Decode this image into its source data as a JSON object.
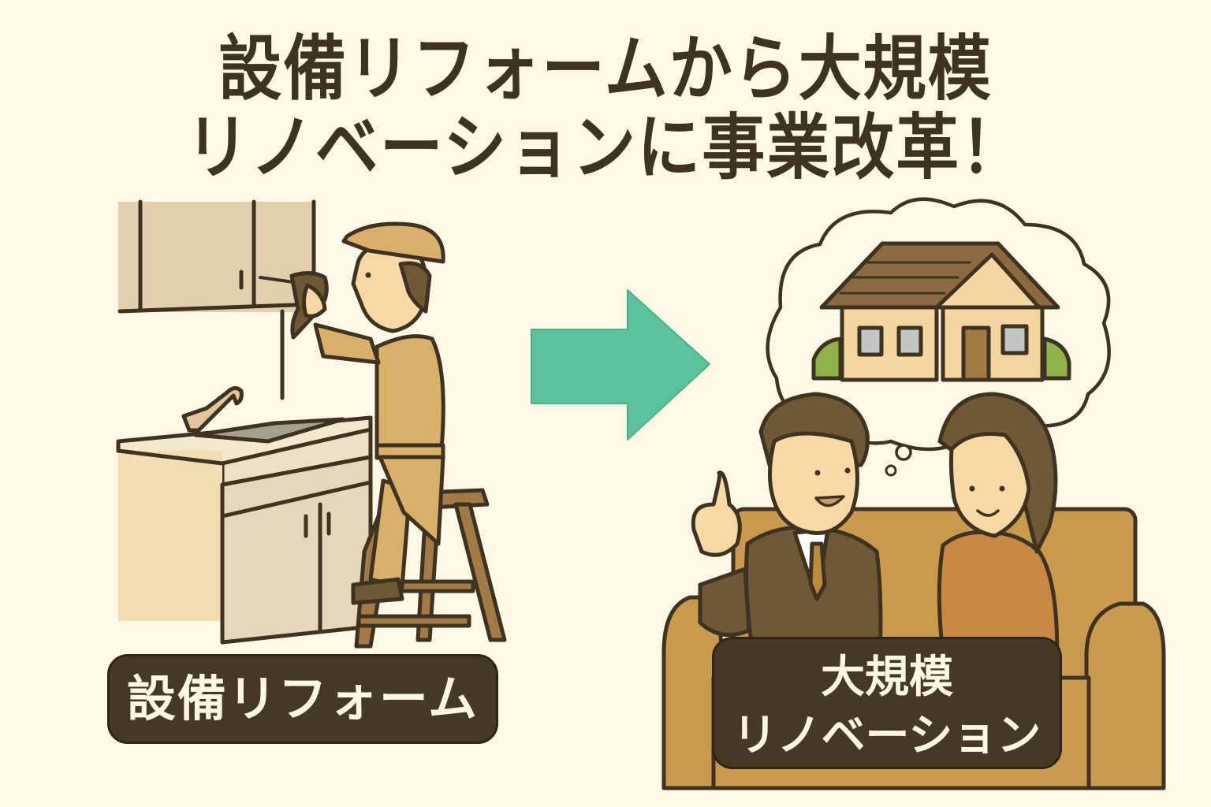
{
  "headline": {
    "line1": "設備リフォームから大規模",
    "line2": "リノベーションに事業改革！"
  },
  "left_scene": {
    "label": "設備リフォーム",
    "description": "Worker in cap standing on wooden step ladder using a drill on kitchen wall cabinet above sink"
  },
  "arrow": {
    "direction": "right",
    "color": "#5cc29b"
  },
  "right_scene": {
    "label_line1": "大規模",
    "label_line2": "リノベーション",
    "description": "Salesman in suit pointing finger talking to a woman on a sofa; thought bubble with a house"
  },
  "colors": {
    "background": "#fef8e4",
    "ink": "#3e3221",
    "label_bg": "#453825",
    "label_text": "#fef8e4",
    "arrow": "#5cc29b",
    "uniform": "#d9b06a",
    "sofa": "#c99a4e",
    "suit": "#6e5836",
    "sweater": "#c88742",
    "roof": "#8a6a3e",
    "house_wall": "#f3d6a0",
    "bush": "#8fb24a",
    "window": "#c3c6c3"
  }
}
